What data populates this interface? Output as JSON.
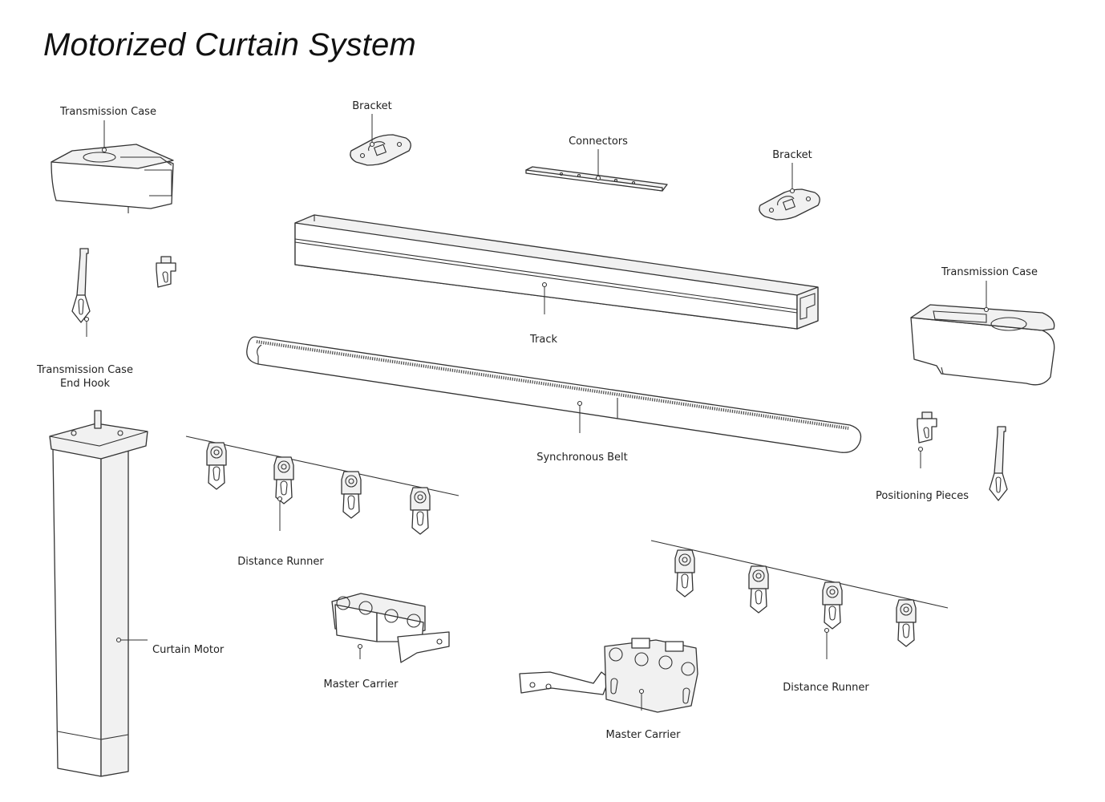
{
  "title": "Motorized Curtain System",
  "labels": {
    "transmission_case_left": "Transmission Case",
    "bracket_left": "Bracket",
    "connectors": "Connectors",
    "bracket_right": "Bracket",
    "transmission_case_right": "Transmission Case",
    "track": "Track",
    "end_hook_line1": "Transmission Case",
    "end_hook_line2": "End Hook",
    "synchronous_belt": "Synchronous Belt",
    "positioning_pieces": "Positioning Pieces",
    "distance_runner_left": "Distance Runner",
    "curtain_motor": "Curtain Motor",
    "master_carrier_left": "Master Carrier",
    "master_carrier_right": "Master Carrier",
    "distance_runner_right": "Distance Runner"
  }
}
